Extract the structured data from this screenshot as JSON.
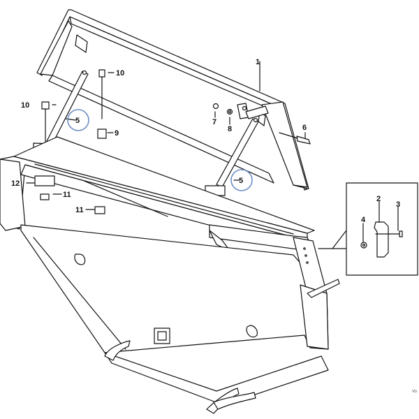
{
  "callouts": {
    "c1": "1",
    "c2": "2",
    "c3": "3",
    "c4": "4",
    "c5a": "5",
    "c5b": "5",
    "c6": "6",
    "c7": "7",
    "c8": "8",
    "c9": "9",
    "c10a": "10",
    "c10b": "10",
    "c11a": "11",
    "c11b": "11",
    "c12": "12"
  },
  "watermark": "Vo",
  "colors": {
    "line": "#111111",
    "fill": "#ffffff",
    "highlight_circle": "#6b8fc4"
  }
}
